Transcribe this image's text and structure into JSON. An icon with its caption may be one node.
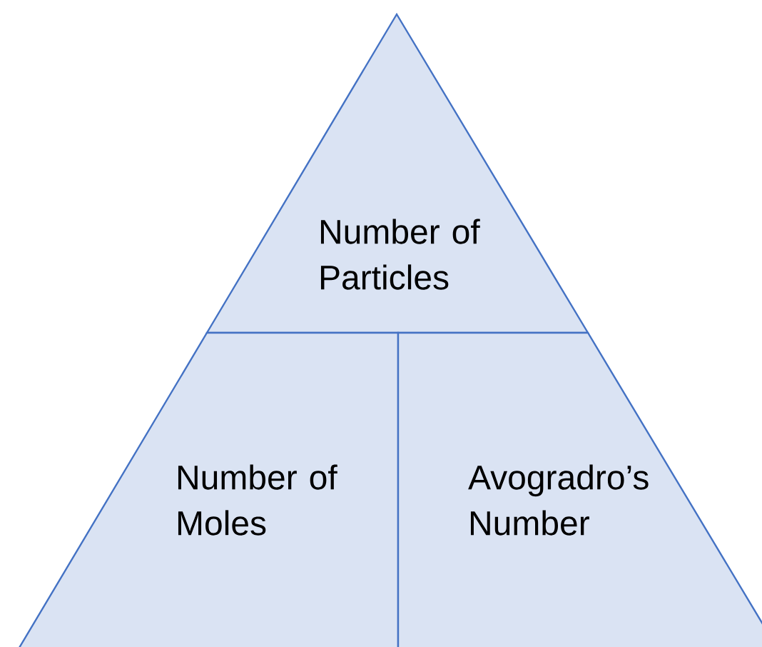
{
  "diagram": {
    "nodes": [
      {
        "text": [
          "Number of Particles"
        ]
      },
      {
        "text": [
          "Number of Moles"
        ]
      },
      {
        "text": [
          "Avogradro’s Number"
        ]
      }
    ]
  }
}
